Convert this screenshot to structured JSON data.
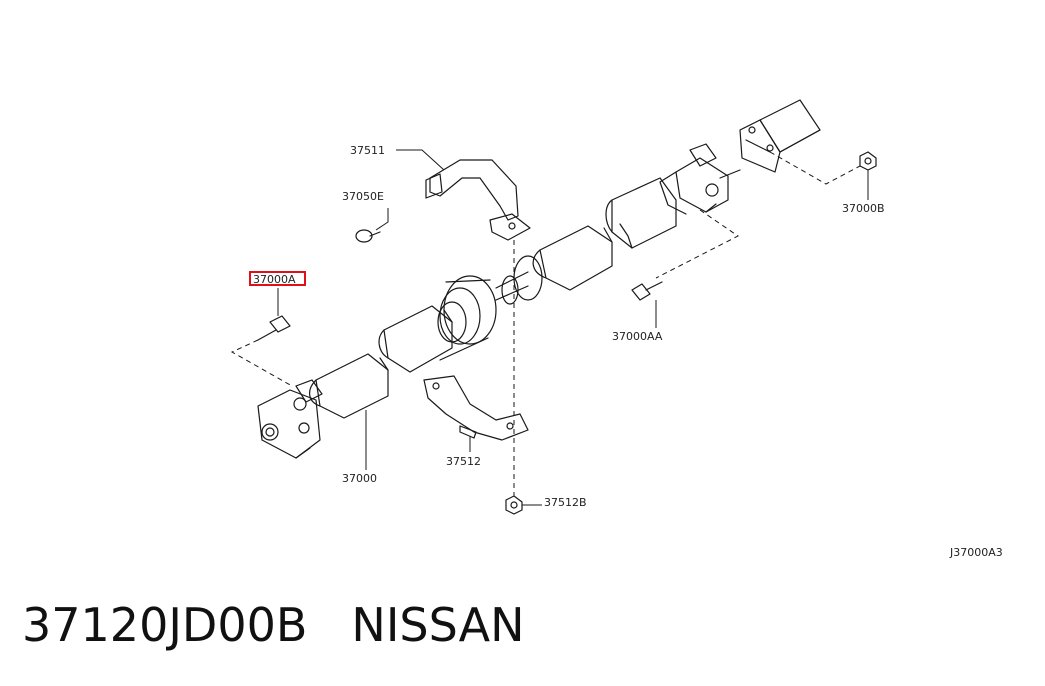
{
  "labels": {
    "p37511": "37511",
    "p37050E": "37050E",
    "p37000A": "37000A",
    "p37000B": "37000B",
    "p37000AA": "37000AA",
    "p37000": "37000",
    "p37512": "37512",
    "p37512B": "37512B",
    "fig_code": "J37000A3"
  },
  "caption": {
    "part_number": "37120JD00B",
    "brand": "NISSAN"
  },
  "highlight_color": "#e0101a"
}
